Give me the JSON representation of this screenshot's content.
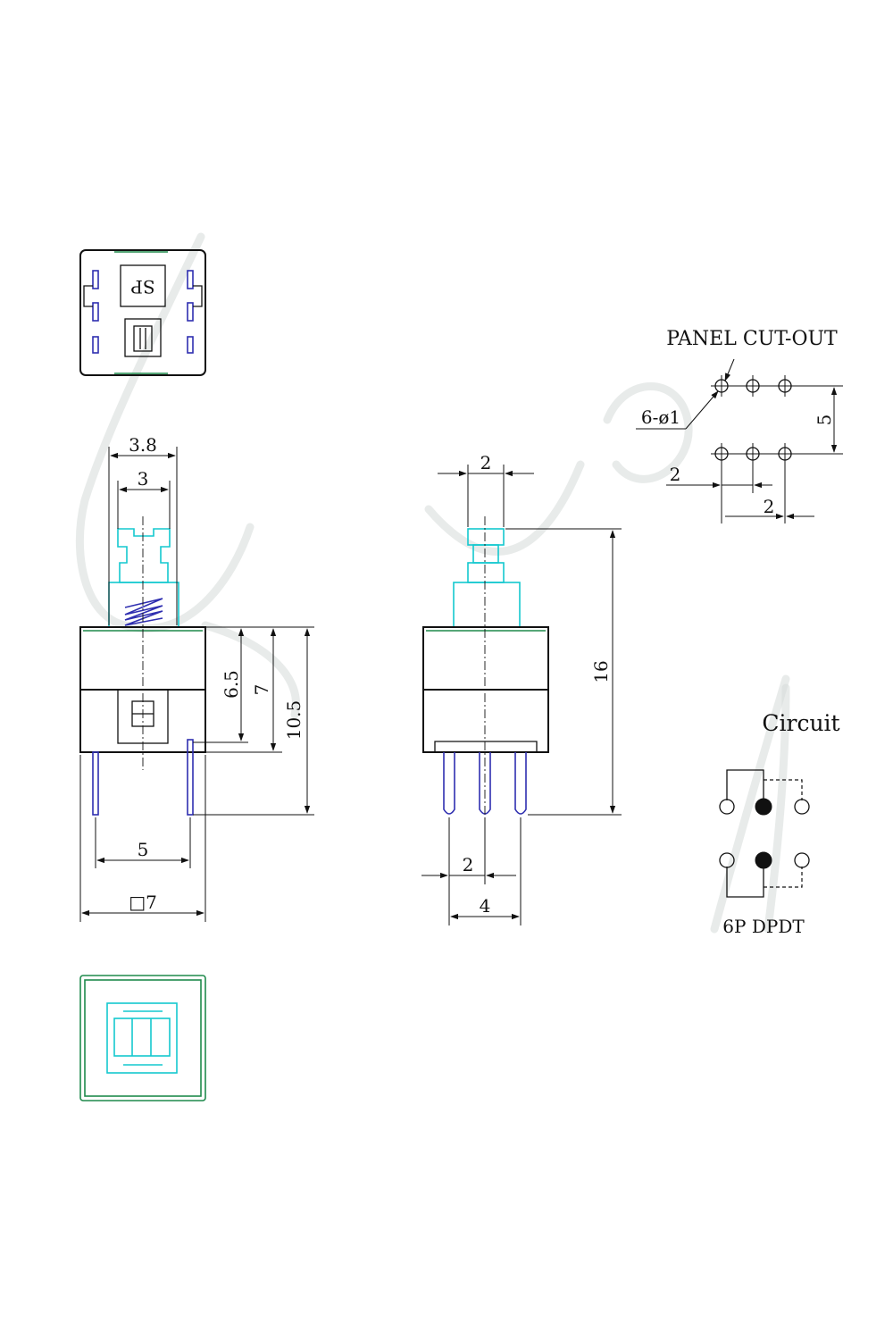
{
  "top_view": {
    "switch_label": "SP"
  },
  "front_view": {
    "dim_width_outer": "3.8",
    "dim_width_inner": "3",
    "dim_height_1": "6.5",
    "dim_height_2": "7",
    "dim_height_3": "10.5",
    "dim_pin_spacing": "5",
    "dim_body_square": "□7"
  },
  "side_view": {
    "dim_button_width": "2",
    "dim_total_height": "16",
    "dim_pin_pitch": "2",
    "dim_pin_span": "4"
  },
  "panel_cutout": {
    "title": "PANEL CUT-OUT",
    "hole_label": "6-ø1",
    "dim_row_spacing": "5",
    "dim_offset": "2",
    "dim_pitch": "2"
  },
  "circuit": {
    "title": "Circuit",
    "caption": "6P DPDT"
  }
}
